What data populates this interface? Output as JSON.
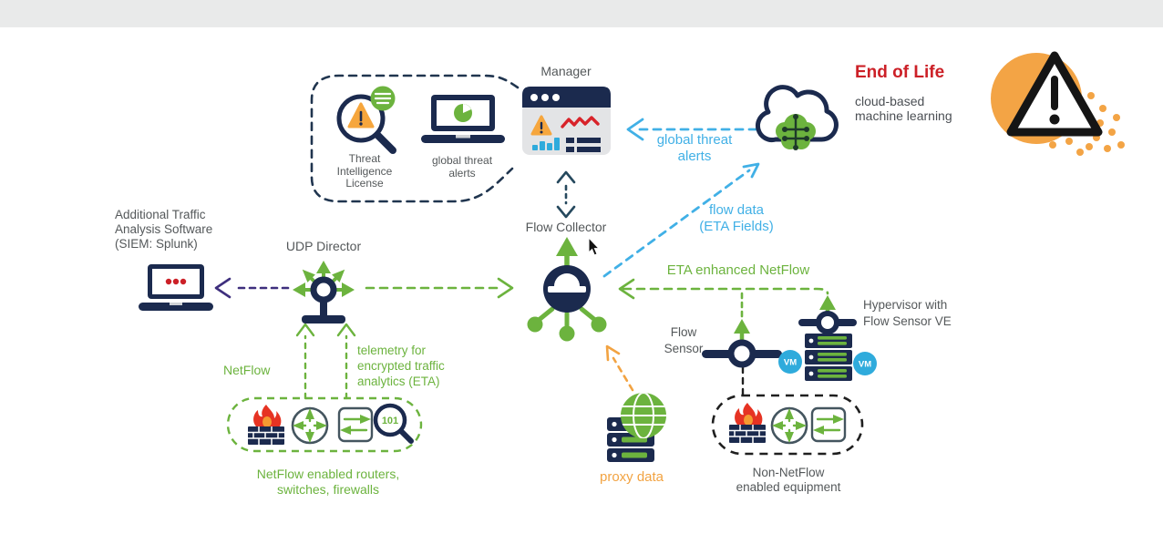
{
  "colors": {
    "navy": "#1b2a4e",
    "green": "#6cb33e",
    "light_blue": "#41b0e6",
    "orange": "#f2a342",
    "red": "#cc2027",
    "purple": "#3e2f7d",
    "text_gray": "#54585a"
  },
  "labels": {
    "manager": "Manager",
    "flow_collector": "Flow Collector",
    "udp_director": "UDP Director",
    "threat_license": [
      "Threat",
      "Intelligence",
      "License"
    ],
    "global_threat_alerts_node": [
      "global threat",
      "alerts"
    ],
    "end_of_life": "End of Life",
    "cloud_ml": [
      "cloud-based",
      "machine learning"
    ],
    "global_threat_alerts_edge": [
      "global threat",
      "alerts"
    ],
    "flow_data_edge": [
      "flow data",
      "(ETA Fields)"
    ],
    "eta_enhanced_netflow": "ETA enhanced NetFlow",
    "siem": [
      "Additional Traffic",
      "Analysis Software",
      "(SIEM: Splunk)"
    ],
    "netflow": "NetFlow",
    "telemetry": [
      "telemetry for",
      "encrypted traffic",
      "analytics (ETA)"
    ],
    "netflow_devices": [
      "NetFlow enabled routers,",
      "switches, firewalls"
    ],
    "proxy_data": "proxy data",
    "flow_sensor": [
      "Flow",
      "Sensor"
    ],
    "hypervisor": [
      "Hypervisor with",
      "Flow Sensor VE"
    ],
    "non_netflow": [
      "Non-NetFlow",
      "enabled equipment"
    ],
    "vm": "VM",
    "magnifier_code": "101"
  }
}
